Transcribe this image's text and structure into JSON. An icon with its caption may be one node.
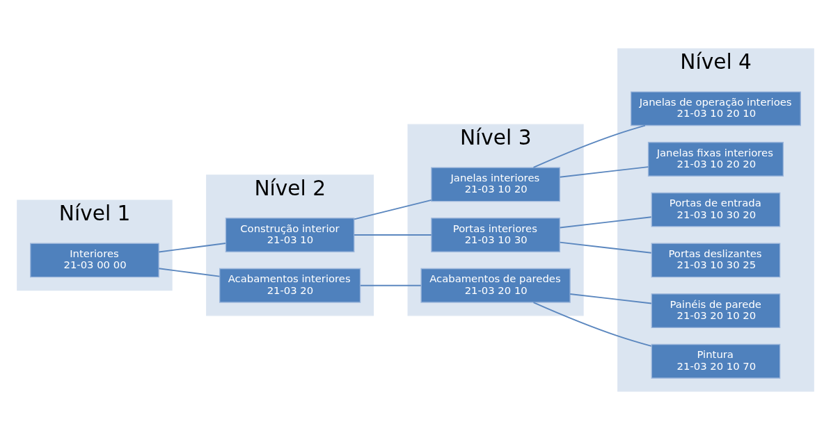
{
  "diagram": {
    "nodes": [
      {
        "text": [
          "Nível 1"
        ]
      },
      {
        "text": [
          "Interiores",
          "21-03 00 00"
        ],
        "in": 0
      },
      {
        "text": [
          "Nível 2"
        ]
      },
      {
        "text": [
          "Construção interior",
          "21-03 10"
        ],
        "in": 2
      },
      {
        "text": [
          "Acabamentos interiores",
          "21-03 20"
        ],
        "in": 2
      },
      {
        "text": [
          "Nível 3"
        ]
      },
      {
        "text": [
          "Janelas interiores",
          "21-03 10 20"
        ],
        "in": 5
      },
      {
        "text": [
          "Portas interiores",
          "21-03 10 30"
        ],
        "in": 5
      },
      {
        "text": [
          "Acabamentos de paredes",
          "21-03 20 10"
        ],
        "in": 5
      },
      {
        "text": [
          "Nível 4"
        ]
      },
      {
        "text": [
          "Janelas de operação interioes",
          "21-03 10 20 10"
        ],
        "in": 9
      },
      {
        "text": [
          "Janelas fixas interiores",
          "21-03 10 20 20"
        ],
        "in": 9
      },
      {
        "text": [
          "Portas de entrada",
          "21-03 10 30 20"
        ],
        "in": 9
      },
      {
        "text": [
          "Portas deslizantes",
          "21-03 10 30 25"
        ],
        "in": 9
      },
      {
        "text": [
          "Painéis de parede",
          "21-03 20 10 20"
        ],
        "in": 9
      },
      {
        "text": [
          "Pintura",
          "21-03 20 10 70"
        ],
        "in": 9
      }
    ],
    "edges": [
      {
        "from": 1,
        "to": 3,
        "arrow": "none"
      },
      {
        "from": 1,
        "to": 4,
        "arrow": "none"
      },
      {
        "from": 3,
        "to": 6,
        "arrow": "none"
      },
      {
        "from": 3,
        "to": 7,
        "arrow": "none"
      },
      {
        "from": 4,
        "to": 8,
        "arrow": "none"
      },
      {
        "from": 6,
        "to": 10,
        "arrow": "none"
      },
      {
        "from": 6,
        "to": 11,
        "arrow": "none"
      },
      {
        "from": 7,
        "to": 12,
        "arrow": "none"
      },
      {
        "from": 7,
        "to": 13,
        "arrow": "none"
      },
      {
        "from": 8,
        "to": 14,
        "arrow": "none"
      },
      {
        "from": 8,
        "to": 15,
        "arrow": "none"
      }
    ]
  }
}
